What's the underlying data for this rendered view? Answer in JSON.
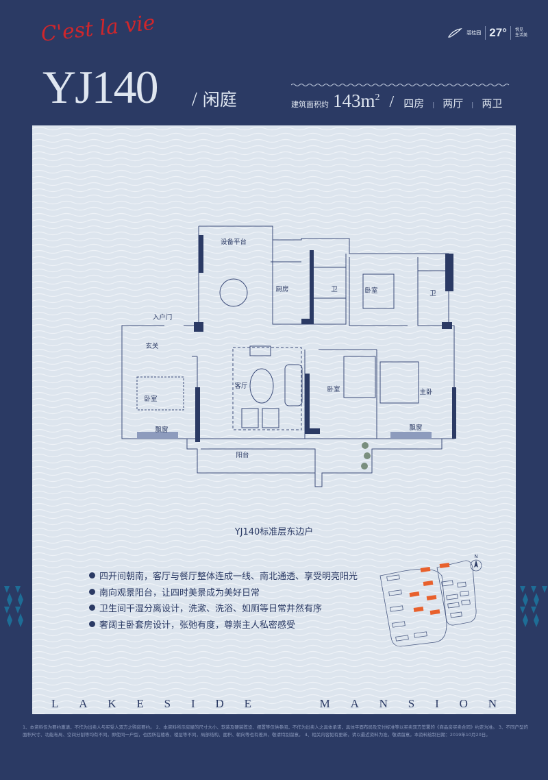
{
  "logo": {
    "brand": "碧桂园",
    "degree": "27°",
    "life_line1": "悦见",
    "life_line2": "生活美"
  },
  "header": {
    "model": "YJ140",
    "script_text": "C'est la vie",
    "name": "闲庭",
    "area_label": "建筑面积约",
    "area_value": "143m",
    "area_unit_sup": "2",
    "rooms": [
      "四房",
      "两厅",
      "两卫"
    ]
  },
  "floor_plan": {
    "rooms": {
      "equipment_platform": "设备平台",
      "kitchen": "厨房",
      "bath1": "卫",
      "bedroom_north": "卧室",
      "bath2": "卫",
      "entrance_door": "入户门",
      "foyer": "玄关",
      "bedroom_west": "卧室",
      "living_room": "客厅",
      "bedroom_middle": "卧室",
      "master_bedroom": "主卧",
      "bay_window_west": "飘窗",
      "bay_window_east": "飘窗",
      "balcony": "阳台"
    },
    "caption": "YJ140标准层东边户"
  },
  "site_map": {
    "north_label": "N",
    "highlight_color": "#e8602c"
  },
  "features": [
    "四开间朝南，客厅与餐厅整体连成一线、南北通透、享受明亮阳光",
    "南向观景阳台，让四时美景成为美好日常",
    "卫生间干湿分离设计，洗漱、洗浴、如厕等日常井然有序",
    "奢阔主卧套房设计，张弛有度，尊崇主人私密感受"
  ],
  "tagline": {
    "word1": [
      "L",
      "A",
      "K",
      "E",
      "S",
      "I",
      "D",
      "E"
    ],
    "word2": [
      "M",
      "A",
      "N",
      "S",
      "I",
      "O",
      "N"
    ]
  },
  "disclaimer": "1、本资料仅为要约邀请，不作为出卖人与买受人双方之购房要约。 2、本资料所示房屋的尺寸大小、软装及硬装陈设、摆置等仅供参阅，不作为出卖人之具体承诺，具体平面布局及交付标准等以买卖双方签署的《商品房买卖合同》约定为准。 3、不同户型的面积尺寸、功能布局、空间分割等均有不同，即使同一户型，也因所在楼栋、楼层等不同，局部结构、面积、朝向等也有差异，敬请特别留意。 4、相关内容如有更新，请以最近资料为准，敬请留意。本资料绘制日期：2019年10月20日。",
  "colors": {
    "navy": "#2b3a64",
    "panel": "#dde5ee",
    "accent_red": "#d0262b",
    "teal": "#1e6d96"
  }
}
